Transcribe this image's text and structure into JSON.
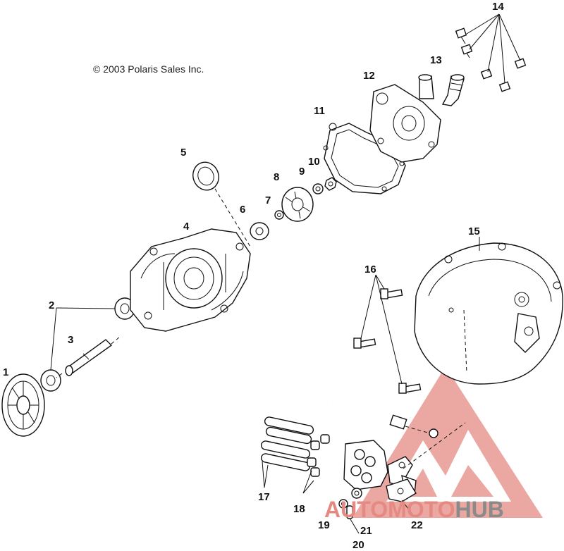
{
  "copyright": "© 2003 Polaris Sales Inc.",
  "callouts": [
    "1",
    "2",
    "3",
    "4",
    "5",
    "6",
    "7",
    "8",
    "9",
    "10",
    "11",
    "12",
    "13",
    "14",
    "15",
    "16",
    "17",
    "18",
    "19",
    "20",
    "21",
    "22"
  ],
  "watermark": {
    "part1": "AUTOMOTO",
    "part2": "HUB",
    "red": "#e58a82",
    "gray": "#8a8a8a"
  }
}
